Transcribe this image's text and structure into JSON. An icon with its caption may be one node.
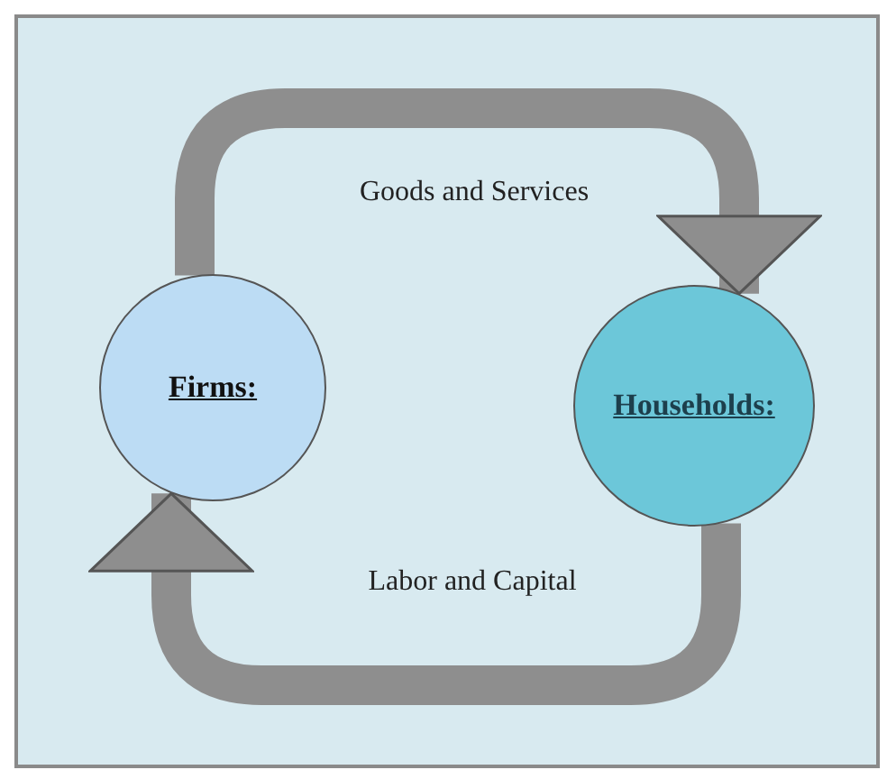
{
  "diagram": {
    "nodes": [
      {
        "text": [
          "Firms:"
        ]
      },
      {
        "text": [
          "Households:"
        ]
      }
    ],
    "edges": [
      {
        "from": 0,
        "to": 1,
        "arrow": "to",
        "label": "Goods and Services"
      },
      {
        "from": 1,
        "to": 0,
        "arrow": "to",
        "label": "Labor and Capital"
      }
    ]
  }
}
